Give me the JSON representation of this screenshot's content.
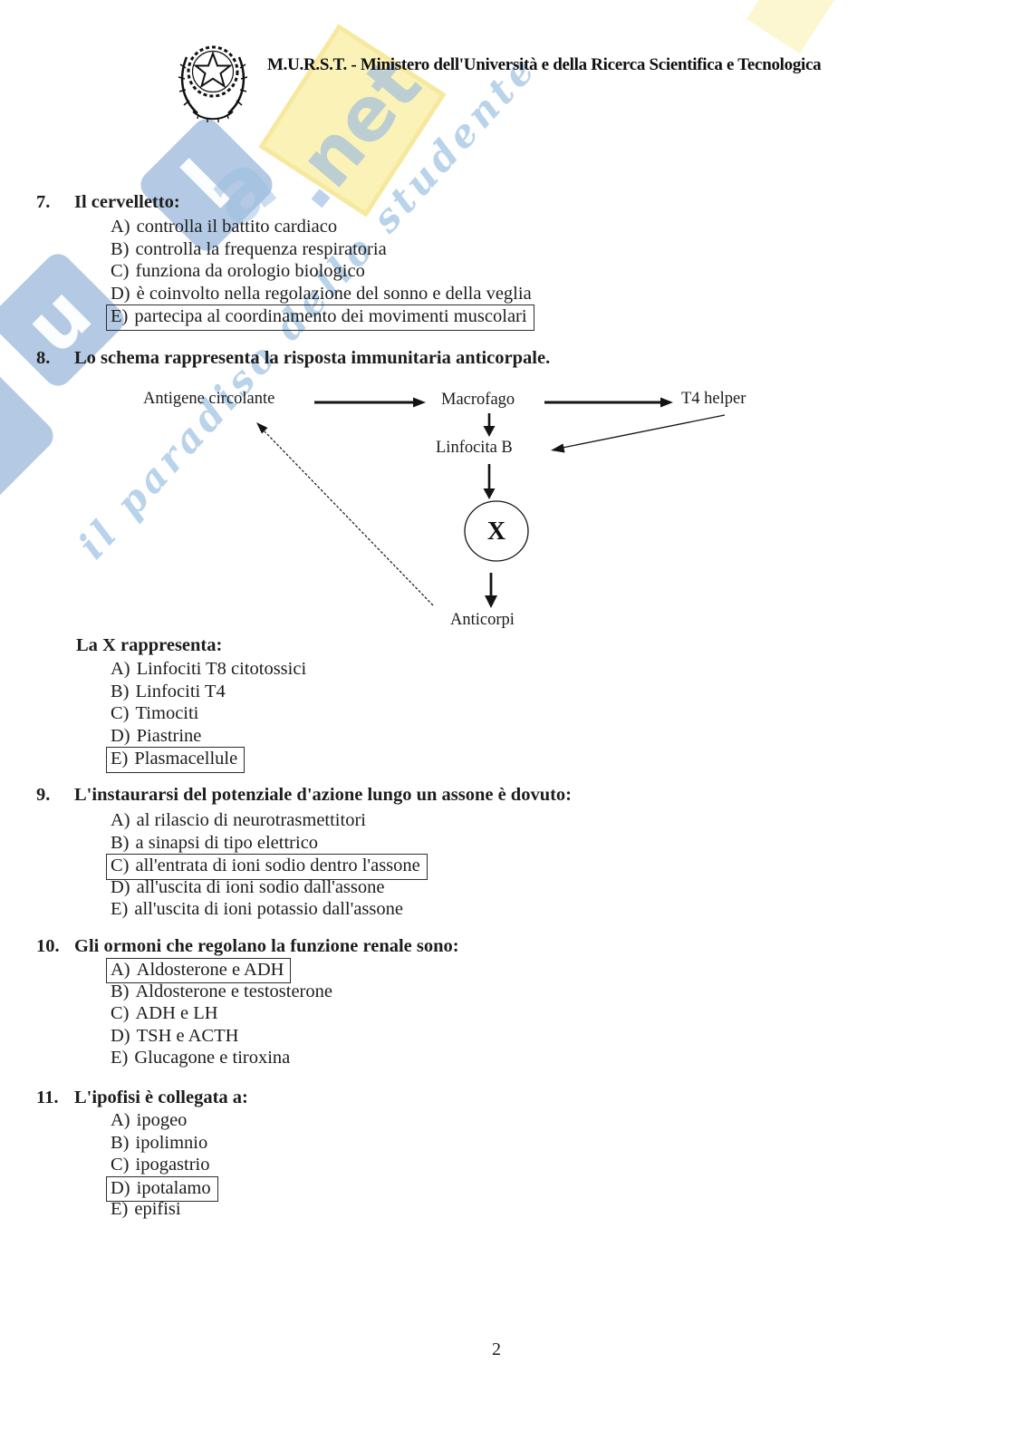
{
  "header": {
    "title": "M.U.R.S.T. - Ministero dell'Università e della Ricerca Scientifica e Tecnologica"
  },
  "watermark": {
    "tile_letters": [
      "u",
      "l"
    ],
    "letter": "a",
    "suffix": ".net",
    "tagline": "il paradiso dello studente",
    "colors": {
      "tile_blue": "#6a96ca",
      "light_blue": "#a2c4e4",
      "yellow": "#faf0ac"
    }
  },
  "questions": [
    {
      "number": "7.",
      "title": "Il cervelletto:",
      "options": [
        {
          "label": "A)",
          "text": "controlla il battito cardiaco",
          "boxed": false
        },
        {
          "label": "B)",
          "text": "controlla la frequenza respiratoria",
          "boxed": false
        },
        {
          "label": "C)",
          "text": "funziona da orologio biologico",
          "boxed": false
        },
        {
          "label": "D)",
          "text": "è coinvolto nella regolazione del sonno e della veglia",
          "boxed": false
        },
        {
          "label": "E)",
          "text": "partecipa al coordinamento dei movimenti muscolari",
          "boxed": true
        }
      ]
    },
    {
      "number": "8.",
      "title": "Lo schema rappresenta la risposta immunitaria anticorpale.",
      "diagram": {
        "nodes": [
          "Antigene circolante",
          "Macrofago",
          "T4 helper",
          "Linfocita B",
          "X",
          "Anticorpi"
        ],
        "edges": [
          "Antigene circolante → Macrofago",
          "Macrofago → T4 helper",
          "Macrofago → Linfocita B",
          "T4 helper → Linfocita B",
          "Linfocita B → X",
          "X → Anticorpi",
          "Anticorpi → Antigene circolante"
        ]
      },
      "subtitle": "La X rappresenta:",
      "options": [
        {
          "label": "A)",
          "text": "Linfociti T8 citotossici",
          "boxed": false
        },
        {
          "label": "B)",
          "text": "Linfociti T4",
          "boxed": false
        },
        {
          "label": "C)",
          "text": "Timociti",
          "boxed": false
        },
        {
          "label": "D)",
          "text": "Piastrine",
          "boxed": false
        },
        {
          "label": "E)",
          "text": "Plasmacellule",
          "boxed": true
        }
      ]
    },
    {
      "number": "9.",
      "title": "L'instaurarsi del potenziale d'azione lungo un assone è dovuto:",
      "options": [
        {
          "label": "A)",
          "text": "al rilascio di neurotrasmettitori",
          "boxed": false
        },
        {
          "label": "B)",
          "text": "a sinapsi di tipo elettrico",
          "boxed": false
        },
        {
          "label": "C)",
          "text": "all'entrata di ioni sodio dentro l'assone",
          "boxed": true
        },
        {
          "label": "D)",
          "text": "all'uscita di ioni sodio dall'assone",
          "boxed": false
        },
        {
          "label": "E)",
          "text": "all'uscita di ioni potassio dall'assone",
          "boxed": false
        }
      ]
    },
    {
      "number": "10.",
      "title": "Gli ormoni che regolano la funzione renale sono:",
      "options": [
        {
          "label": "A)",
          "text": "Aldosterone e ADH",
          "boxed": true
        },
        {
          "label": "B)",
          "text": "Aldosterone e testosterone",
          "boxed": false
        },
        {
          "label": "C)",
          "text": "ADH e LH",
          "boxed": false
        },
        {
          "label": "D)",
          "text": "TSH e ACTH",
          "boxed": false
        },
        {
          "label": "E)",
          "text": "Glucagone e tiroxina",
          "boxed": false
        }
      ]
    },
    {
      "number": "11.",
      "title": "L'ipofisi è collegata a:",
      "options": [
        {
          "label": "A)",
          "text": "ipogeo",
          "boxed": false
        },
        {
          "label": "B)",
          "text": "ipolimnio",
          "boxed": false
        },
        {
          "label": "C)",
          "text": "ipogastrio",
          "boxed": false
        },
        {
          "label": "D)",
          "text": "ipotalamo",
          "boxed": true
        },
        {
          "label": "E)",
          "text": "epifisi",
          "boxed": false
        }
      ]
    }
  ],
  "footer": {
    "page_number": "2"
  }
}
